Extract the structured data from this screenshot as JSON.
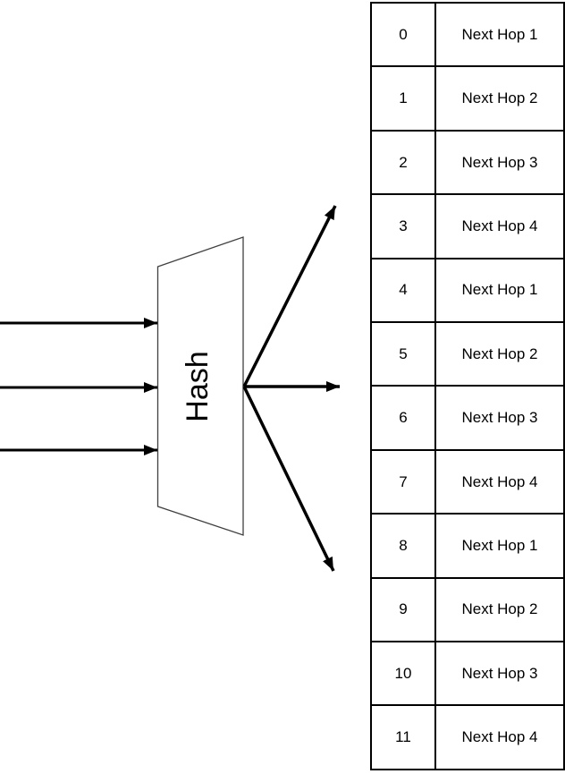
{
  "diagram": {
    "hash_label": "Hash",
    "input_arrow_count": 3,
    "output_arrow_count": 3
  },
  "table": {
    "rows": [
      {
        "index": "0",
        "next_hop": "Next Hop 1"
      },
      {
        "index": "1",
        "next_hop": "Next Hop 2"
      },
      {
        "index": "2",
        "next_hop": "Next Hop 3"
      },
      {
        "index": "3",
        "next_hop": "Next Hop 4"
      },
      {
        "index": "4",
        "next_hop": "Next Hop 1"
      },
      {
        "index": "5",
        "next_hop": "Next Hop 2"
      },
      {
        "index": "6",
        "next_hop": "Next Hop 3"
      },
      {
        "index": "7",
        "next_hop": "Next Hop 4"
      },
      {
        "index": "8",
        "next_hop": "Next Hop 1"
      },
      {
        "index": "9",
        "next_hop": "Next Hop 2"
      },
      {
        "index": "10",
        "next_hop": "Next Hop 3"
      },
      {
        "index": "11",
        "next_hop": "Next Hop 4"
      }
    ]
  },
  "colors": {
    "arrow": "#000000",
    "trapezoid_stroke": "#404040",
    "background": "#ffffff",
    "text": "#000000"
  }
}
